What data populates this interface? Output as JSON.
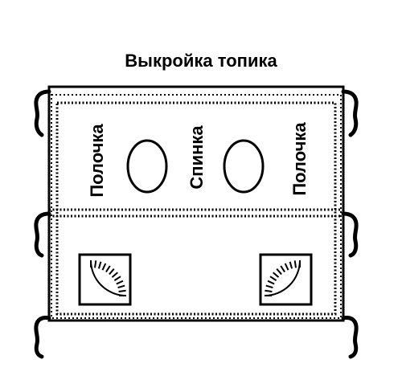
{
  "title": "Выкройка топика",
  "pieces": {
    "left_front": "Полочка",
    "back": "Спинка",
    "right_front": "Полочка"
  },
  "colors": {
    "line": "#000000",
    "background": "#ffffff"
  }
}
